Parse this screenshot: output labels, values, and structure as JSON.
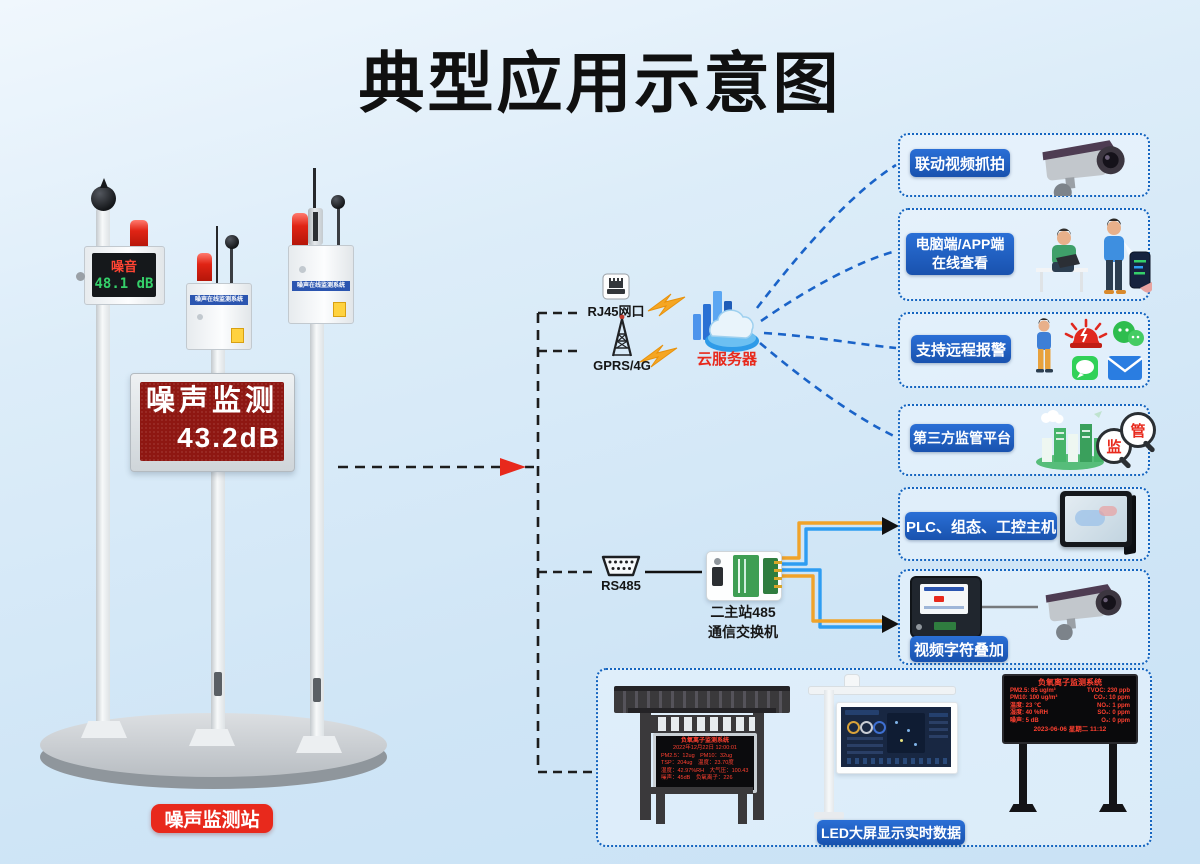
{
  "title": "典型应用示意图",
  "station": {
    "badge": "噪声监测站",
    "mini_display": {
      "label": "噪音",
      "value": "48.1 dB"
    },
    "cabinet_banner": "噪声在线监测系统",
    "billboard": {
      "line1": "噪声监测",
      "line2": "43.2dB"
    }
  },
  "links": {
    "rj45": "RJ45网口",
    "gprs": "GPRS/4G",
    "rs485": "RS485",
    "cloud": "云服务器",
    "switch_line1": "二主站485",
    "switch_line2": "通信交换机"
  },
  "features": {
    "video_capture": "联动视频抓拍",
    "online_line1": "电脑端/APP端",
    "online_line2": "在线查看",
    "remote_alarm": "支持远程报警",
    "third_party": "第三方监管平台",
    "plc": "PLC、组态、工控主机",
    "overlay": "视频字符叠加",
    "magnifier1": "监",
    "magnifier2": "管"
  },
  "led_area": {
    "badge": "LED大屏显示实时数据",
    "pavilion": {
      "title": "负氧离子监测系统",
      "lines": [
        "2022年12月22日 12:00:01",
        "PM2.5：12ug　PM10：32ug",
        "TSP：204ug　温度：23.70度",
        "湿度：42.97%RH　大气压：100.43",
        "噪声：45dB　负氧离子：226"
      ]
    },
    "screen": {
      "title": "负氧离子监测系统",
      "rows": [
        {
          "l": "PM2.5: 85 ug/m³",
          "r": "TVOC: 230 ppb"
        },
        {
          "l": "PM10: 100 ug/m³",
          "r": "CO₂: 10 ppm"
        },
        {
          "l": "温度: 23 ℃",
          "r": "NO₂: 1 ppm"
        },
        {
          "l": "湿度: 40 %RH",
          "r": "SO₂: 0 ppm"
        },
        {
          "l": "噪声: 5 dB",
          "r": "O₃: 0 ppm"
        }
      ],
      "footer": "2023-06-06 星期二 11:12"
    }
  },
  "colors": {
    "accent_blue": "#1565c0",
    "alert_red": "#e8291c",
    "led_red": "#ff4030",
    "led_green": "#35d06a",
    "wire_yellow": "#f0a32a",
    "wire_blue": "#2e9df2"
  }
}
